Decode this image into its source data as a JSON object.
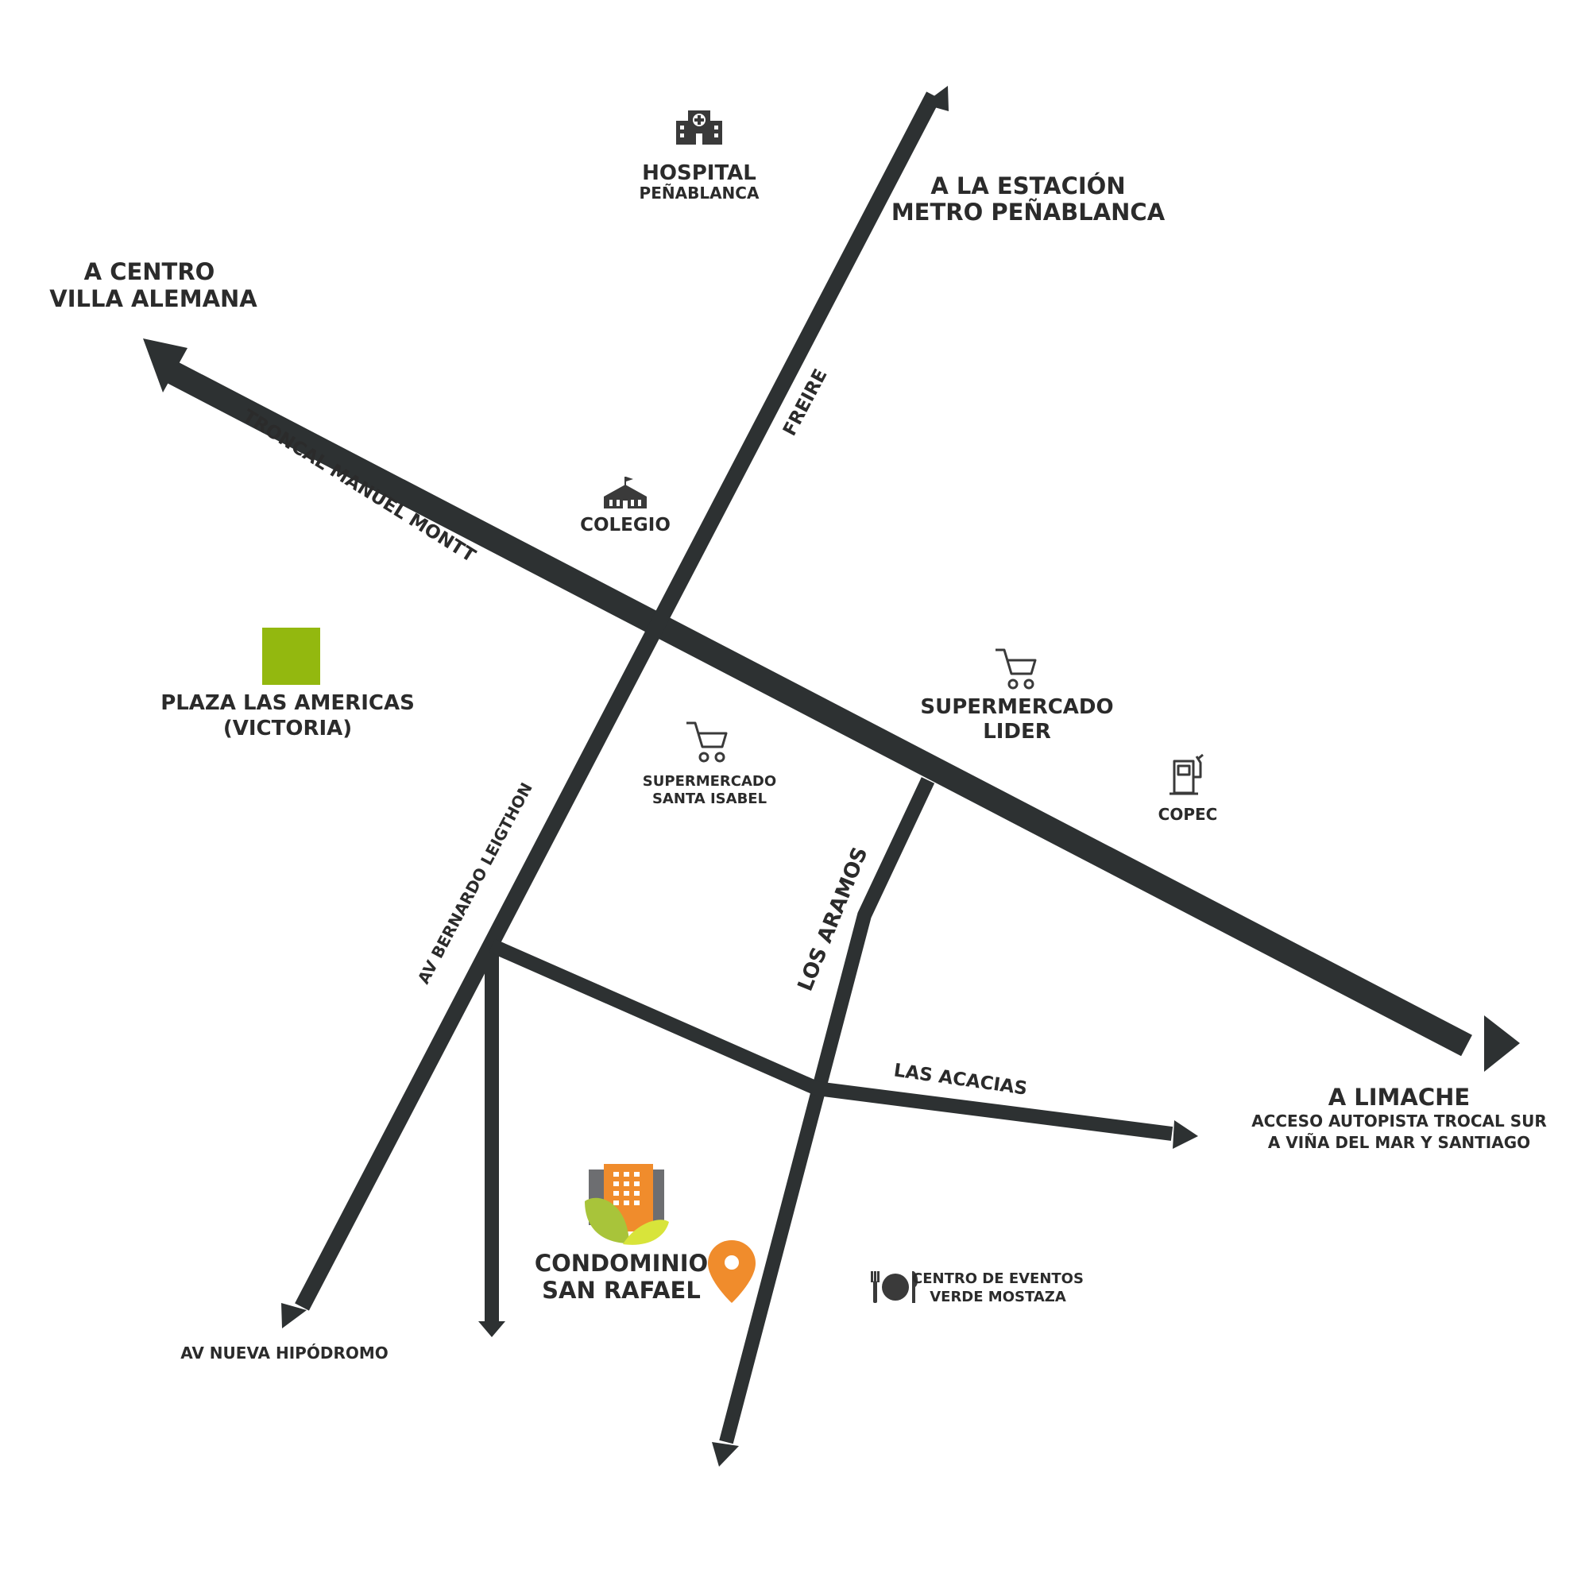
{
  "colors": {
    "road": "#2d3132",
    "text": "#2b2b2b",
    "plaza": "#93b80f",
    "pin": "#f08c2c",
    "building_orange": "#f08c2c",
    "building_gray": "#6d6e71",
    "leaf_green": "#a8c43a",
    "leaf_yellow": "#d8e43a"
  },
  "destinations": {
    "centro": [
      "A CENTRO",
      "VILLA ALEMANA"
    ],
    "estacion": [
      "A LA ESTACIÓN",
      "METRO PEÑABLANCA"
    ],
    "limache": [
      "A LIMACHE",
      "ACCESO AUTOPISTA TROCAL SUR",
      "A VIÑA DEL MAR Y SANTIAGO"
    ],
    "hipodromo": "AV NUEVA HIPÓDROMO"
  },
  "streets": {
    "troncal": "TRONCAL MANUEL MONTT",
    "freire": "FREIRE",
    "leigthon": "AV BERNARDO LEIGTHON",
    "aramos": "LOS ARAMOS",
    "acacias": "LAS ACACIAS"
  },
  "places": {
    "hospital": {
      "icon": "hospital-icon",
      "lines": [
        "HOSPITAL",
        "PEÑABLANCA"
      ]
    },
    "colegio": {
      "icon": "school-icon",
      "lines": [
        "COLEGIO"
      ]
    },
    "plaza": {
      "icon": "plaza-square",
      "lines": [
        "PLAZA LAS AMERICAS",
        "(VICTORIA)"
      ]
    },
    "santa_isabel": {
      "icon": "cart-icon",
      "lines": [
        "SUPERMERCADO",
        "SANTA ISABEL"
      ]
    },
    "lider": {
      "icon": "cart-icon",
      "lines": [
        "SUPERMERCADO",
        "LIDER"
      ]
    },
    "copec": {
      "icon": "fuel-pump-icon",
      "lines": [
        "COPEC"
      ]
    },
    "condominio": {
      "icon": "condominio-logo",
      "lines": [
        "CONDOMINIO",
        "SAN RAFAEL"
      ]
    },
    "eventos": {
      "icon": "restaurant-icon",
      "lines": [
        "CENTRO DE EVENTOS",
        "VERDE MOSTAZA"
      ]
    }
  }
}
